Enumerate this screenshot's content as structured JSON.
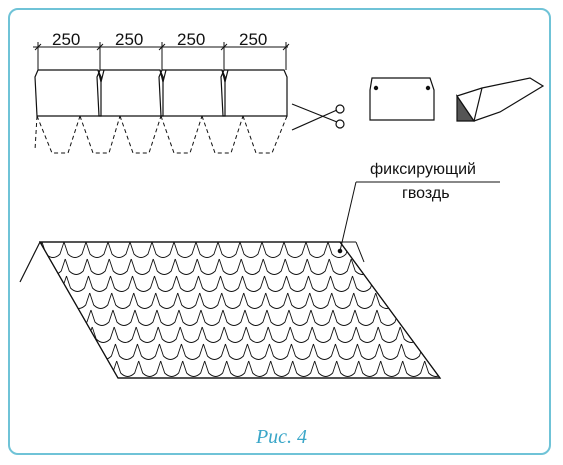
{
  "dimensions": {
    "label_1": "250",
    "label_2": "250",
    "label_3": "250",
    "label_4": "250"
  },
  "callout": {
    "line1": "фиксирующий",
    "line2": "гвоздь"
  },
  "caption": "Рис. 4",
  "colors": {
    "frame": "#6fc3d7",
    "caption": "#3aa6c8",
    "ink": "#111111"
  },
  "icons": {
    "cut": "scissors-icon"
  }
}
